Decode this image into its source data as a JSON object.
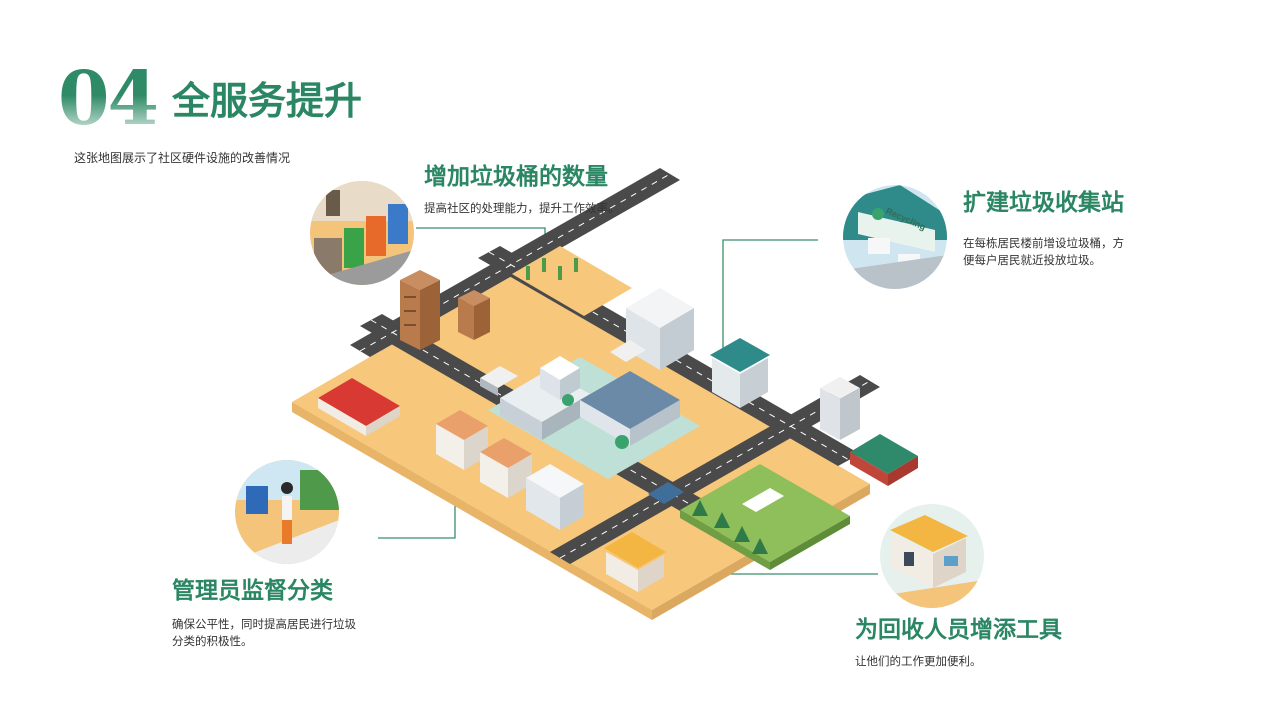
{
  "header": {
    "number": "04",
    "title": "全服务提升",
    "subtitle": "这张地图展示了社区硬件设施的改善情况"
  },
  "callouts": {
    "bins": {
      "title": "增加垃圾桶的数量",
      "desc": "提高社区的处理能力，提升工作效率。"
    },
    "station": {
      "title": "扩建垃圾收集站",
      "desc1": "在每栋居民楼前增设垃圾桶，方",
      "desc2": "便每户居民就近投放垃圾。",
      "sign": "Recycling"
    },
    "manager": {
      "title": "管理员监督分类",
      "desc1": "确保公平性，同时提高居民进行垃圾",
      "desc2": "分类的积极性。"
    },
    "tools": {
      "title": "为回收人员增添工具",
      "desc": "让他们的工作更加便利。"
    }
  },
  "colors": {
    "accent": "#2b8664",
    "road": "#4a4a4a",
    "sand": "#f7c77c",
    "grass": "#8fbf5a"
  },
  "icons": [
    "bins-illustration",
    "recycling-station-illustration",
    "manager-illustration",
    "tool-shop-illustration",
    "isometric-city-map"
  ]
}
